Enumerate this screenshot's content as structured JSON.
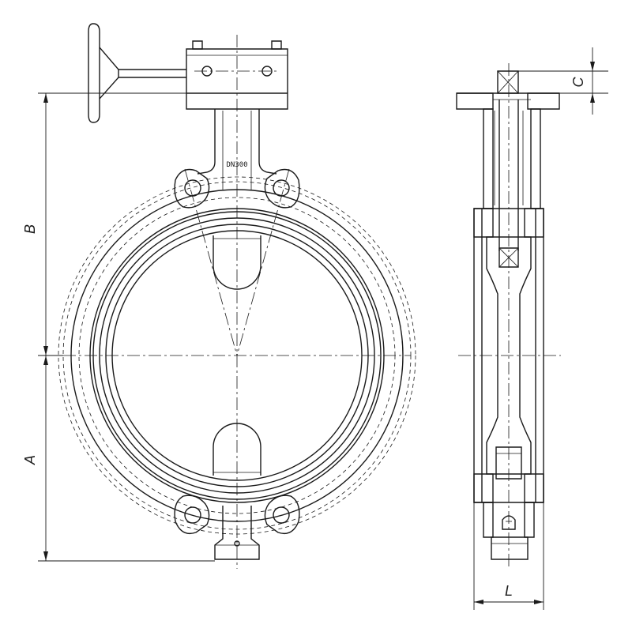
{
  "drawing": {
    "marking": "DN300",
    "dimensions": {
      "A": "A",
      "B": "B",
      "C": "C",
      "L": "L"
    },
    "colors": {
      "line": "#1a1a1a",
      "background": "#ffffff"
    }
  }
}
